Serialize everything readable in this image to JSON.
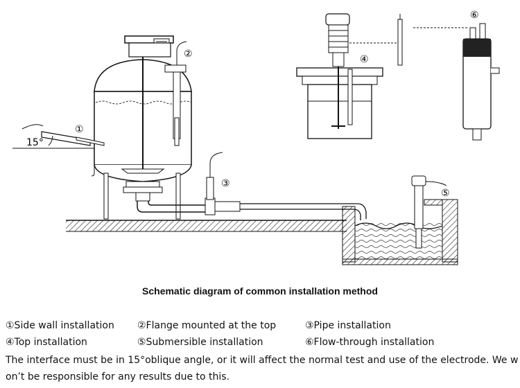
{
  "callouts": [
    "①",
    "②",
    "③",
    "④",
    "⑤",
    "⑥"
  ],
  "angle_label": "15°",
  "caption": "Schematic diagram of common installation method",
  "legend": [
    "①Side wall installation",
    "②Flange mounted at the top",
    "③Pipe installation",
    "④Top installation",
    "⑤Submersible installation",
    "⑥Flow-through installation"
  ],
  "note_line1": "The interface must be in 15°oblique angle, or it will affect the normal test and use of the electrode. We w",
  "note_line2": "on’t be responsible for any results due to this."
}
